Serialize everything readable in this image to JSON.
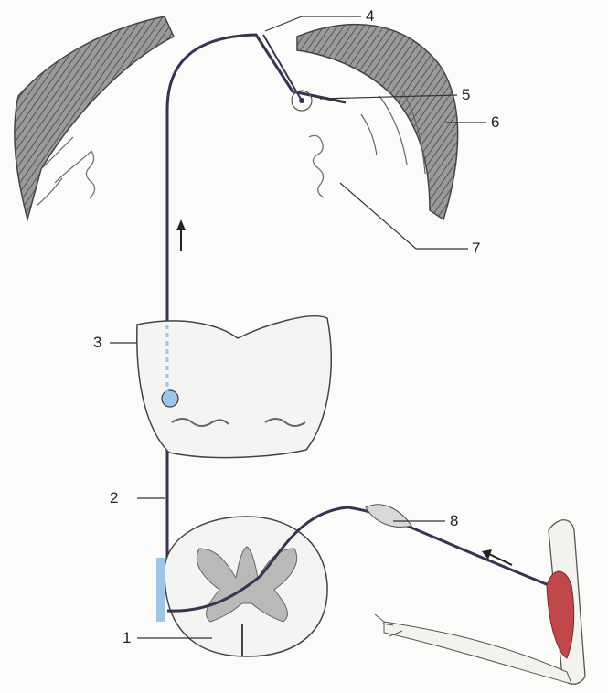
{
  "labels": {
    "n1": "1",
    "n2": "2",
    "n3": "3",
    "n4": "4",
    "n5": "5",
    "n6": "6",
    "n7": "7",
    "n8": "8"
  },
  "colors": {
    "pathway": "#3a3350",
    "highlight": "#9cc6e8",
    "cortex_fill": "#8c8c8c",
    "grey_matter": "#b9b9b9",
    "muscle": "#c0474a",
    "outline": "#444444",
    "background": "#fbfbf9"
  }
}
